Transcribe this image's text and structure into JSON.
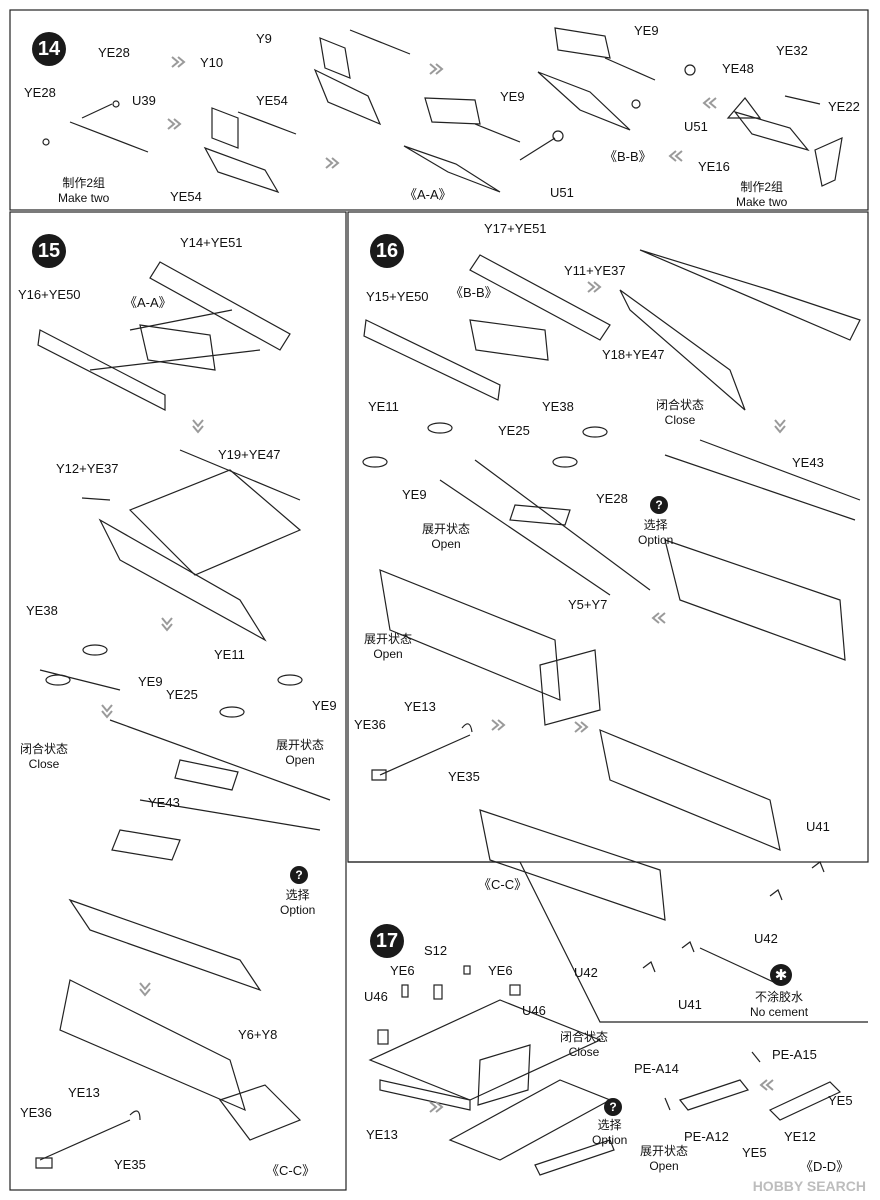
{
  "steps": [
    "14",
    "15",
    "16",
    "17"
  ],
  "step14": {
    "labels": [
      "YE28",
      "YE28",
      "U39",
      "Y10",
      "Y9",
      "YE54",
      "YE54",
      "YE9",
      "U51",
      "YE9",
      "U51",
      "YE32",
      "YE48",
      "YE22",
      "YE16"
    ],
    "views": [
      "《A-A》",
      "《B-B》"
    ],
    "make_two_cn": "制作2组",
    "make_two_en": "Make two"
  },
  "step15": {
    "labels": [
      "Y14+YE51",
      "Y16+YE50",
      "Y12+YE37",
      "Y19+YE47",
      "YE38",
      "YE9",
      "YE11",
      "YE9",
      "YE25",
      "YE43",
      "Y6+Y8",
      "YE13",
      "YE36",
      "YE35"
    ],
    "views": [
      "《A-A》",
      "《C-C》"
    ],
    "close_cn": "闭合状态",
    "close_en": "Close",
    "open_cn": "展开状态",
    "open_en": "Open",
    "option_cn": "选择",
    "option_en": "Option",
    "question": "?"
  },
  "step16": {
    "labels": [
      "Y17+YE51",
      "Y15+YE50",
      "Y11+YE37",
      "Y18+YE47",
      "YE11",
      "YE38",
      "YE25",
      "YE9",
      "YE28",
      "YE43",
      "Y5+Y7",
      "YE13",
      "YE36",
      "YE35",
      "U41",
      "U42",
      "U42",
      "U41"
    ],
    "views": [
      "《B-B》",
      "《C-C》"
    ],
    "close_cn": "闭合状态",
    "close_en": "Close",
    "open_cn": "展开状态",
    "open_en": "Open",
    "open2_cn": "展开状态",
    "open2_en": "Open",
    "option_cn": "选择",
    "option_en": "Option",
    "no_cement_cn": "不涂胶水",
    "no_cement_en": "No cement",
    "question": "?",
    "star": "✱"
  },
  "step17": {
    "labels": [
      "YE6",
      "S12",
      "YE6",
      "U46",
      "U46",
      "YE13",
      "PE-A14",
      "PE-A15",
      "YE5",
      "PE-A12",
      "YE5",
      "YE12"
    ],
    "views": [
      "《D-D》"
    ],
    "close_cn": "闭合状态",
    "close_en": "Close",
    "open_cn": "展开状态",
    "open_en": "Open",
    "option_cn": "选择",
    "option_en": "Option",
    "question": "?"
  },
  "watermark": "HOBBY SEARCH",
  "colors": {
    "line": "#222222",
    "arrow": "#9a9a9a",
    "badge": "#1a1a1a",
    "background": "#ffffff"
  }
}
